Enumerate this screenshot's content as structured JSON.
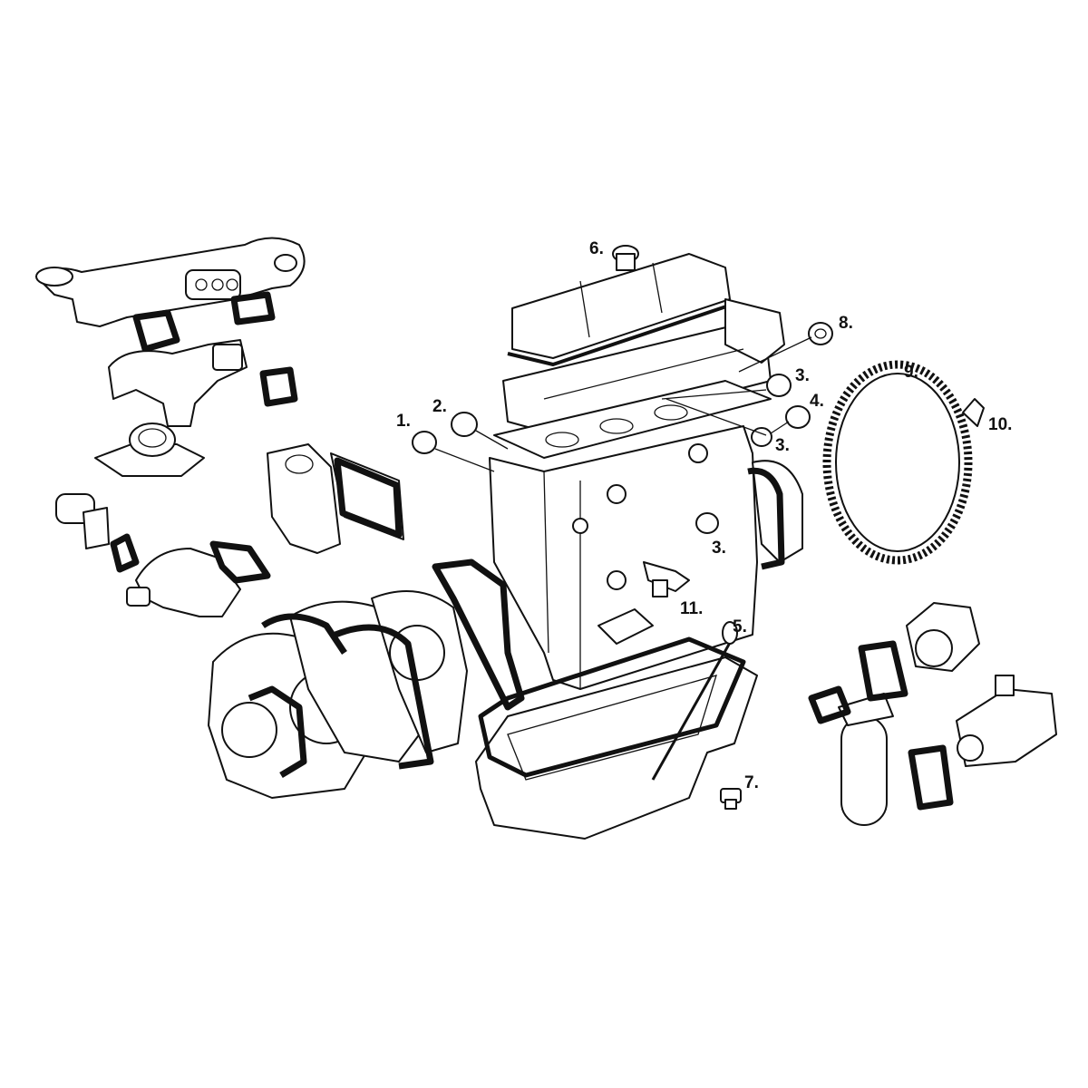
{
  "diagram": {
    "labels": {
      "l1": "1.",
      "l2": "2.",
      "l3a": "3.",
      "l3b": "3.",
      "l3c": "3.",
      "l4": "4.",
      "l5": "5.",
      "l6": "6.",
      "l7": "7.",
      "l8": "8.",
      "l9": "9.",
      "l10": "10.",
      "l11": "11."
    }
  }
}
